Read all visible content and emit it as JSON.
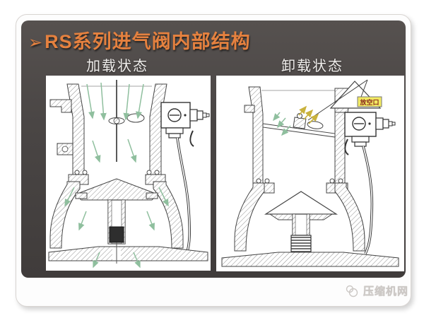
{
  "slide": {
    "title": {
      "bullet": "➢",
      "text": "RS系列进气阀内部结构"
    },
    "states": [
      {
        "id": "loaded",
        "label": "加载状态"
      },
      {
        "id": "unloaded",
        "label": "卸载状态"
      }
    ],
    "callout": {
      "vent_label": "放空口"
    },
    "watermark": {
      "text": "压缩机网"
    },
    "colors": {
      "title_orange": "#E5813F",
      "panel_dark": "#4A4645",
      "flow_green": "#8FBF9E",
      "vent_yellow": "#C9B23D",
      "callout_bg": "#F2EA62",
      "drawing_line": "#444444"
    }
  }
}
